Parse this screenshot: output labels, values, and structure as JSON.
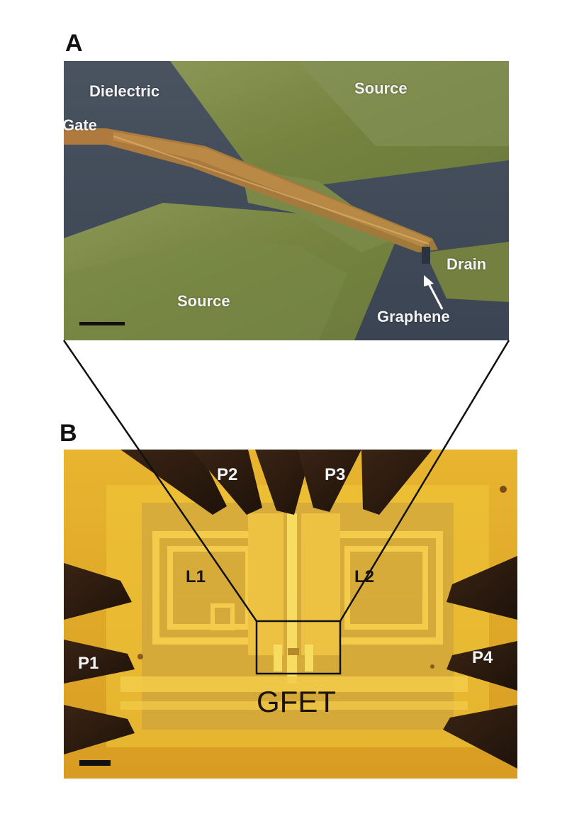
{
  "figure": {
    "panel_a": {
      "letter": "A",
      "labels": {
        "dielectric": "Dielectric",
        "source_top": "Source",
        "gate": "Gate",
        "drain": "Drain",
        "source_bottom": "Source",
        "graphene": "Graphene"
      }
    },
    "panel_b": {
      "letter": "B",
      "labels": {
        "p1": "P1",
        "p2": "P2",
        "p3": "P3",
        "p4": "P4",
        "l1": "L1",
        "l2": "L2",
        "gfet": "GFET"
      }
    }
  },
  "colors": {
    "panel_a_dielectric": "#3f4a58",
    "panel_a_metal": "#7d8a4a",
    "panel_b_background": "#e2a82a",
    "probe": "#2a1a10"
  }
}
